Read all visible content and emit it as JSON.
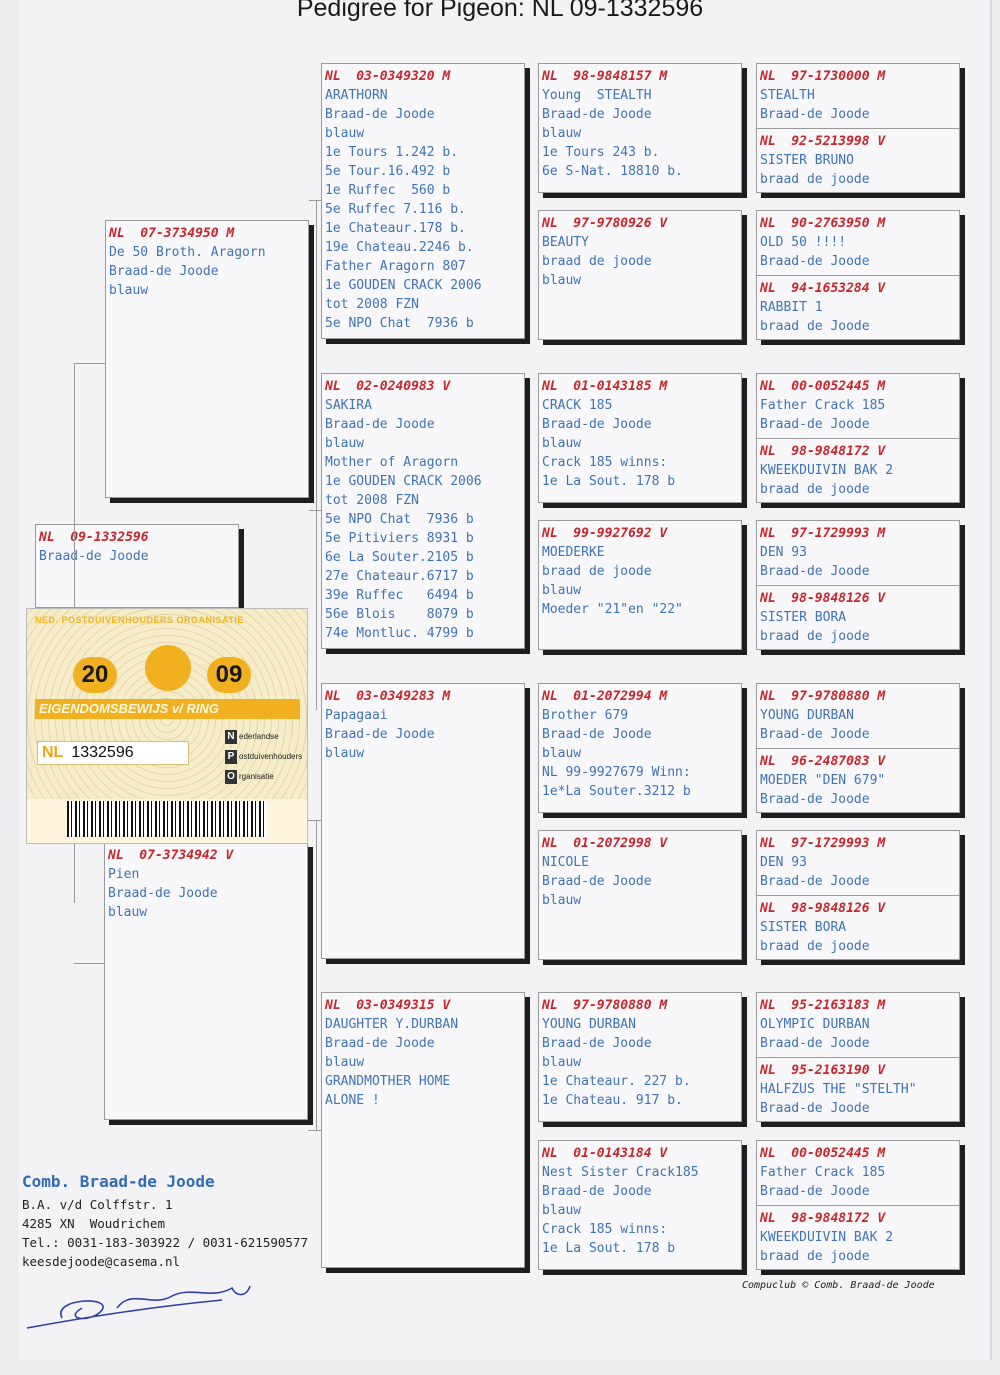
{
  "title": "Pedigree for Pigeon: NL  09-1332596",
  "subject": {
    "id": "NL  09-1332596",
    "lines": [
      "",
      "Braad-de Joode"
    ]
  },
  "parents": [
    {
      "id": "NL  07-3734950 M",
      "lines": [
        "De 50 Broth. Aragorn",
        "Braad-de Joode",
        "blauw"
      ]
    },
    {
      "id": "NL  07-3734942 V",
      "lines": [
        "Pien",
        "Braad-de Joode",
        "blauw"
      ]
    }
  ],
  "grandparents": [
    {
      "id": "NL  03-0349320 M",
      "lines": [
        "ARATHORN",
        "Braad-de Joode",
        "blauw",
        "1e Tours 1.242 b.",
        "5e Tour.16.492 b",
        "1e Ruffec  560 b",
        "5e Ruffec 7.116 b.",
        "1e Chateaur.178 b.",
        "19e Chateau.2246 b.",
        "Father Aragorn 807",
        "1e GOUDEN CRACK 2006",
        "tot 2008 FZN",
        "5e NPO Chat  7936 b"
      ]
    },
    {
      "id": "NL  02-0240983 V",
      "lines": [
        "SAKIRA",
        "Braad-de Joode",
        "blauw",
        "Mother of Aragorn",
        "1e GOUDEN CRACK 2006",
        "tot 2008 FZN",
        "5e NPO Chat  7936 b",
        "5e Pitiviers 8931 b",
        "6e La Souter.2105 b",
        "27e Chateaur.6717 b",
        "39e Ruffec   6494 b",
        "56e Blois    8079 b",
        "74e Montluc. 4799 b"
      ]
    },
    {
      "id": "NL  03-0349283 M",
      "lines": [
        "Papagaai",
        "Braad-de Joode",
        "blauw"
      ]
    },
    {
      "id": "NL  03-0349315 V",
      "lines": [
        "DAUGHTER Y.DURBAN",
        "Braad-de Joode",
        "blauw",
        "GRANDMOTHER HOME",
        "ALONE !"
      ]
    }
  ],
  "great_grandparents": [
    {
      "id": "NL  98-9848157 M",
      "lines": [
        "Young  STEALTH",
        "Braad-de Joode",
        "blauw",
        "1e Tours 243 b.",
        "6e S-Nat. 18810 b."
      ]
    },
    {
      "id": "NL  97-9780926 V",
      "lines": [
        "BEAUTY",
        "braad de joode",
        "blauw"
      ]
    },
    {
      "id": "NL  01-0143185 M",
      "lines": [
        "CRACK 185",
        "Braad-de Joode",
        "blauw",
        "Crack 185 winns:",
        "1e La Sout. 178 b"
      ]
    },
    {
      "id": "NL  99-9927692 V",
      "lines": [
        "MOEDERKE",
        "braad de joode",
        "blauw",
        "Moeder \"21\"en \"22\""
      ]
    },
    {
      "id": "NL  01-2072994 M",
      "lines": [
        "Brother 679",
        "Braad-de Joode",
        "blauw",
        "NL 99-9927679 Winn:",
        "1e*La Souter.3212 b"
      ]
    },
    {
      "id": "NL  01-2072998 V",
      "lines": [
        "NICOLE",
        "Braad-de Joode",
        "blauw"
      ]
    },
    {
      "id": "NL  97-9780880 M",
      "lines": [
        "YOUNG DURBAN",
        "Braad-de Joode",
        "blauw",
        "1e Chateaur. 227 b.",
        "1e Chateau. 917 b."
      ]
    },
    {
      "id": "NL  01-0143184 V",
      "lines": [
        "Nest Sister Crack185",
        "Braad-de Joode",
        "blauw",
        "Crack 185 winns:",
        "1e La Sout. 178 b"
      ]
    }
  ],
  "g3": [
    {
      "id": "NL  97-1730000 M",
      "lines": [
        "STEALTH",
        "Braad-de Joode"
      ]
    },
    {
      "id": "NL  92-5213998 V",
      "lines": [
        "SISTER BRUNO",
        "braad de joode"
      ]
    },
    {
      "id": "NL  90-2763950 M",
      "lines": [
        "OLD 50 !!!!",
        "Braad-de Joode"
      ]
    },
    {
      "id": "NL  94-1653284 V",
      "lines": [
        "RABBIT 1",
        "braad de Joode"
      ]
    },
    {
      "id": "NL  00-0052445 M",
      "lines": [
        "Father Crack 185",
        "Braad-de Joode"
      ]
    },
    {
      "id": "NL  98-9848172 V",
      "lines": [
        "KWEEKDUIVIN BAK 2",
        "braad de joode"
      ]
    },
    {
      "id": "NL  97-1729993 M",
      "lines": [
        "DEN 93",
        "Braad-de Joode"
      ]
    },
    {
      "id": "NL  98-9848126 V",
      "lines": [
        "SISTER BORA",
        "braad de joode"
      ]
    },
    {
      "id": "NL  97-9780880 M",
      "lines": [
        "YOUNG DURBAN",
        "Braad-de Joode"
      ]
    },
    {
      "id": "NL  96-2487083 V",
      "lines": [
        "MOEDER \"DEN 679\"",
        "Braad-de Joode"
      ]
    },
    {
      "id": "NL  97-1729993 M",
      "lines": [
        "DEN 93",
        "Braad-de Joode"
      ]
    },
    {
      "id": "NL  98-9848126 V",
      "lines": [
        "SISTER BORA",
        "braad de joode"
      ]
    },
    {
      "id": "NL  95-2163183 M",
      "lines": [
        "OLYMPIC DURBAN",
        "Braad-de Joode"
      ]
    },
    {
      "id": "NL  95-2163190 V",
      "lines": [
        "HALFZUS THE \"STELTH\"",
        "Braad-de Joode"
      ]
    },
    {
      "id": "NL  00-0052445 M",
      "lines": [
        "Father Crack 185",
        "Braad-de Joode"
      ]
    },
    {
      "id": "NL  98-9848172 V",
      "lines": [
        "KWEEKDUIVIN BAK 2",
        "braad de joode"
      ]
    }
  ],
  "breeder": {
    "name": "Comb. Braad-de Joode",
    "address1": "B.A. v/d Colffstr. 1",
    "address2": "4285 XN  Woudrichem",
    "phone": "Tel.: 0031-183-303922 / 0031-621590577",
    "email": "keesdejoode@casema.nl"
  },
  "credit": "Compuclub © Comb. Braad-de Joode",
  "card": {
    "org": "NED. POSTDUIVENHOUDERS ORGANISATIE",
    "year_left": "20",
    "year_right": "09",
    "band": "EIGENDOMSBEWIJS v/ RING",
    "ring_prefix": "NL",
    "ring_number": "1332596",
    "npo": [
      "N",
      "ederlandse",
      "P",
      "ostduivenhouders",
      "O",
      "rganisatie"
    ]
  },
  "colors": {
    "header": "#c8262e",
    "body_text": "#3f73b3",
    "breeder": "#2f6cb6",
    "card_gold": "#f0b020"
  }
}
